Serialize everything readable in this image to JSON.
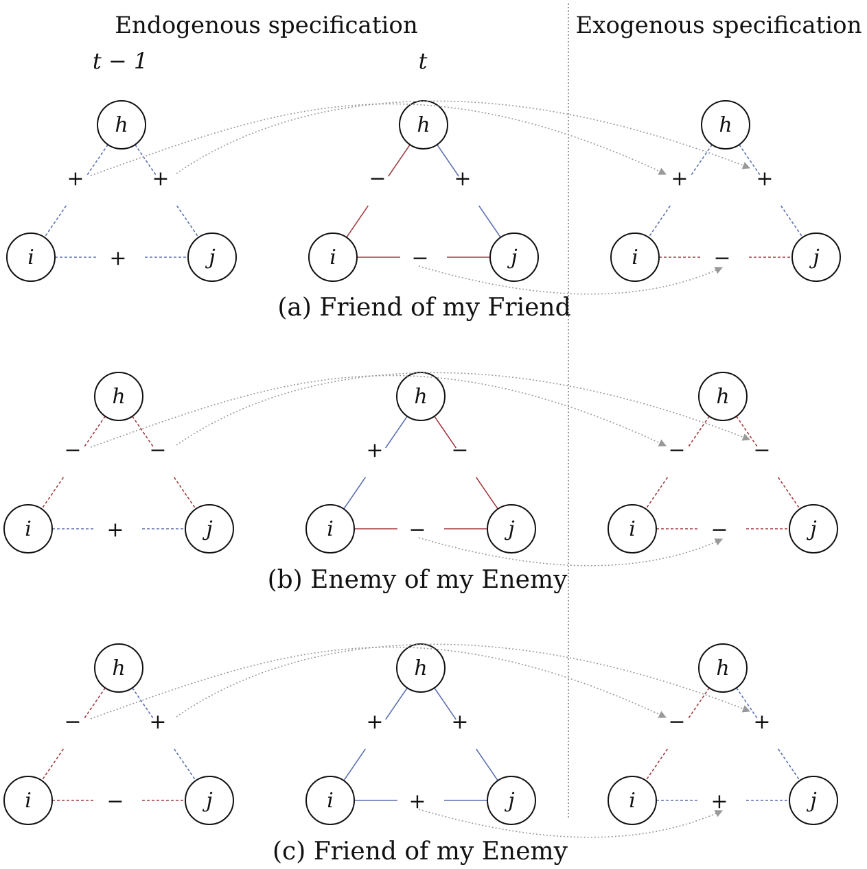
{
  "headers": {
    "endogenous": "Endogenous specification",
    "exogenous": "Exogenous specification"
  },
  "time_labels": {
    "prev": "t − 1",
    "curr": "t"
  },
  "node_labels": {
    "h": "h",
    "i": "i",
    "j": "j"
  },
  "colors": {
    "positive": "#5b6fb0",
    "negative": "#a23a40",
    "arrow": "#999999",
    "node_stroke": "#111111"
  },
  "panels": [
    {
      "caption": "(a) Friend of my Friend",
      "prev": {
        "hi": "+",
        "hj": "+",
        "ij": "+"
      },
      "curr": {
        "hi": "−",
        "hj": "+",
        "ij": "−"
      },
      "exo": {
        "hi": "+",
        "hj": "+",
        "ij": "−"
      }
    },
    {
      "caption": "(b) Enemy of my Enemy",
      "prev": {
        "hi": "−",
        "hj": "−",
        "ij": "+"
      },
      "curr": {
        "hi": "+",
        "hj": "−",
        "ij": "−"
      },
      "exo": {
        "hi": "−",
        "hj": "−",
        "ij": "−"
      }
    },
    {
      "caption": "(c) Friend of my Enemy",
      "prev": {
        "hi": "−",
        "hj": "+",
        "ij": "−"
      },
      "curr": {
        "hi": "+",
        "hj": "+",
        "ij": "+"
      },
      "exo": {
        "hi": "−",
        "hj": "+",
        "ij": "+"
      }
    }
  ]
}
